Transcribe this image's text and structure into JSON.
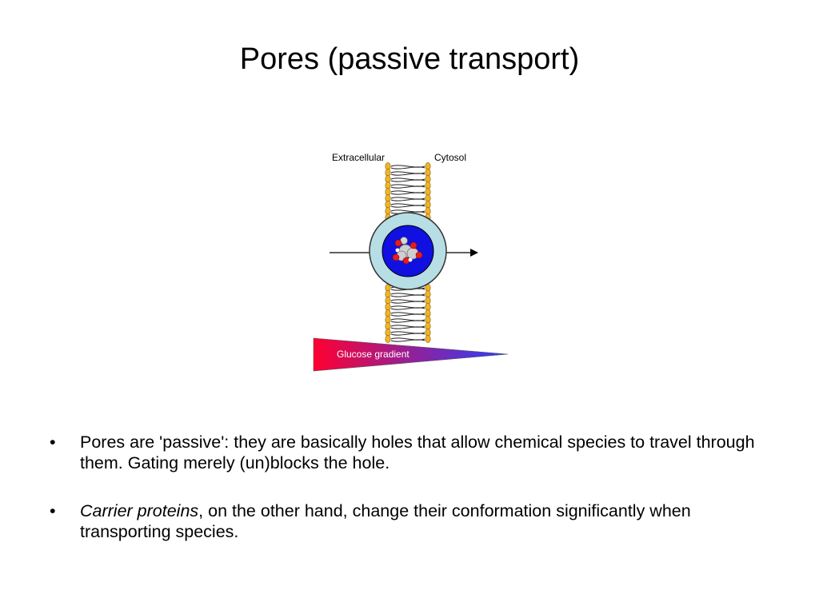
{
  "slide": {
    "title": "Pores (passive transport)"
  },
  "diagram": {
    "label_left": "Extracellular",
    "label_right": "Cytosol",
    "gradient_label": "Glucose gradient",
    "colors": {
      "lipid_head": "#f0b429",
      "pore_outer": "#b7dde5",
      "pore_inner": "#1010e0",
      "gradient_start": "#ff0030",
      "gradient_end": "#2a40ff"
    }
  },
  "bullets": [
    {
      "marker": "•",
      "text": "Pores are 'passive': they are basically holes that allow chemical species to travel through them. Gating merely (un)blocks the hole."
    },
    {
      "marker": "•",
      "emphasis": "Carrier proteins",
      "text": ", on the other hand, change their conformation significantly when transporting species."
    }
  ]
}
